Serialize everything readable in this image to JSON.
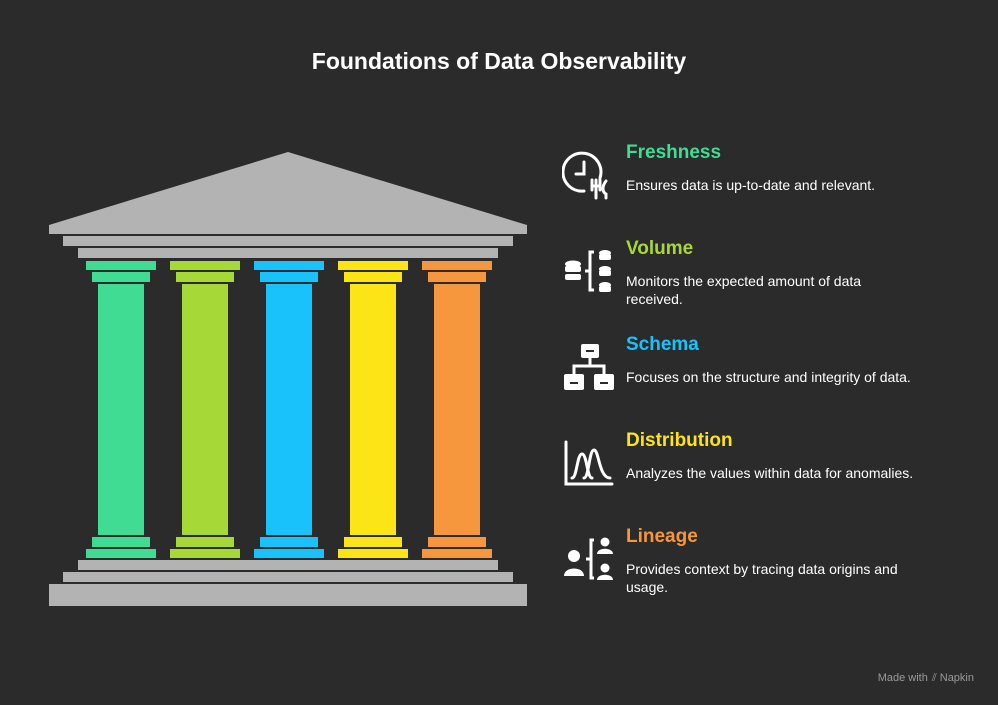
{
  "title": "Foundations of Data Observability",
  "pillars": [
    {
      "heading": "Freshness",
      "color": "#41dc93",
      "description": "Ensures data is up-to-date and relevant.",
      "icon": "clock-fork-icon"
    },
    {
      "heading": "Volume",
      "color": "#a6d937",
      "description": "Monitors the expected amount of data received.",
      "icon": "database-stack-icon"
    },
    {
      "heading": "Schema",
      "color": "#1ac2fb",
      "description": "Focuses on the structure and integrity of data.",
      "icon": "hierarchy-icon"
    },
    {
      "heading": "Distribution",
      "color": "#fce517",
      "description": "Analyzes the values within data for anomalies.",
      "icon": "bell-curve-icon"
    },
    {
      "heading": "Lineage",
      "color": "#f6963d",
      "description": "Provides context by tracing data origins and usage.",
      "icon": "people-tree-icon"
    }
  ],
  "temple_color": "#b3b3b3",
  "footer": {
    "made_with": "Made with",
    "brand": "Napkin"
  }
}
